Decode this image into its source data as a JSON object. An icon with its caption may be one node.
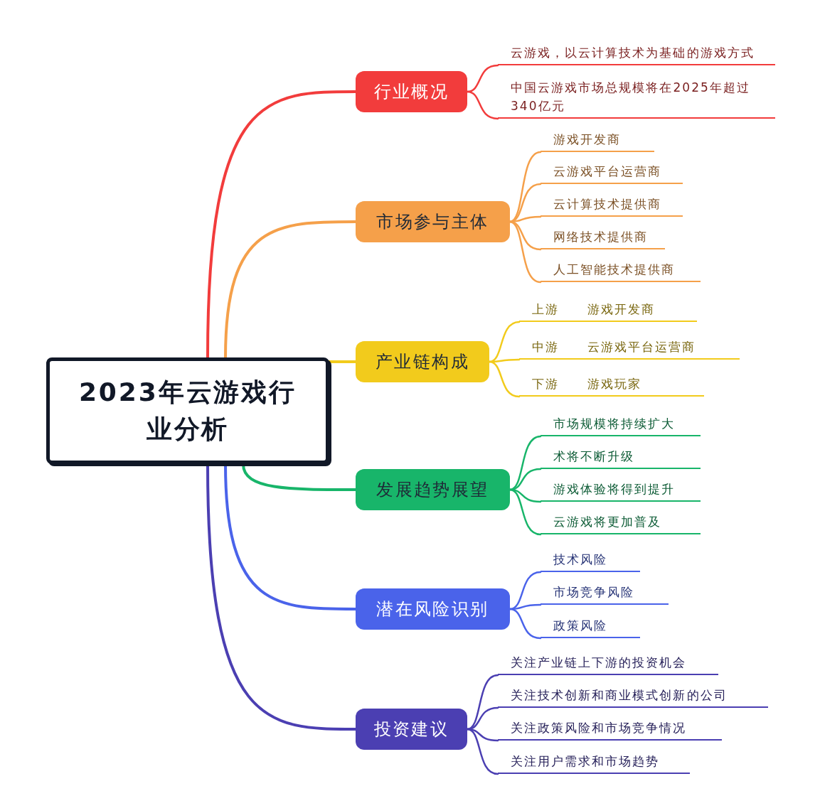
{
  "diagram": {
    "nodes": [
      {
        "text": [
          "2023年云游戏行业分析"
        ]
      },
      {
        "text": [
          "行业概况"
        ]
      },
      {
        "text": [
          "云游戏，以云计算技术为基础的游戏方式"
        ]
      },
      {
        "text": [
          "中国云游戏市场总规模将在2025年超过340亿元"
        ]
      },
      {
        "text": [
          "市场参与主体"
        ]
      },
      {
        "text": [
          "游戏开发商"
        ]
      },
      {
        "text": [
          "云游戏平台运营商"
        ]
      },
      {
        "text": [
          "云计算技术提供商"
        ]
      },
      {
        "text": [
          "网络技术提供商"
        ]
      },
      {
        "text": [
          "人工智能技术提供商"
        ]
      },
      {
        "text": [
          "产业链构成"
        ]
      },
      {
        "text": [
          "上游",
          "游戏开发商"
        ]
      },
      {
        "text": [
          "中游",
          "云游戏平台运营商"
        ]
      },
      {
        "text": [
          "下游",
          "游戏玩家"
        ]
      },
      {
        "text": [
          "发展趋势展望"
        ]
      },
      {
        "text": [
          "市场规模将持续扩大"
        ]
      },
      {
        "text": [
          "术将不断升级"
        ]
      },
      {
        "text": [
          "游戏体验将得到提升"
        ]
      },
      {
        "text": [
          "云游戏将更加普及"
        ]
      },
      {
        "text": [
          "潜在风险识别"
        ]
      },
      {
        "text": [
          "技术风险"
        ]
      },
      {
        "text": [
          "市场竞争风险"
        ]
      },
      {
        "text": [
          "政策风险"
        ]
      },
      {
        "text": [
          "投资建议"
        ]
      },
      {
        "text": [
          "关注产业链上下游的投资机会"
        ]
      },
      {
        "text": [
          "关注技术创新和商业模式创新的公司"
        ]
      },
      {
        "text": [
          "关注政策风险和市场竞争情况"
        ]
      },
      {
        "text": [
          "关注用户需求和市场趋势"
        ]
      }
    ],
    "edges": [
      {
        "from": 0,
        "to": 1,
        "arrow": "none",
        "color": "#f23c3c"
      },
      {
        "from": 1,
        "to": 2,
        "arrow": "none",
        "color": "#f23c3c"
      },
      {
        "from": 1,
        "to": 3,
        "arrow": "none",
        "color": "#f23c3c"
      },
      {
        "from": 0,
        "to": 4,
        "arrow": "none",
        "color": "#f5a04a"
      },
      {
        "from": 4,
        "to": 5,
        "arrow": "none",
        "color": "#f5a04a"
      },
      {
        "from": 4,
        "to": 6,
        "arrow": "none",
        "color": "#f5a04a"
      },
      {
        "from": 4,
        "to": 7,
        "arrow": "none",
        "color": "#f5a04a"
      },
      {
        "from": 4,
        "to": 8,
        "arrow": "none",
        "color": "#f5a04a"
      },
      {
        "from": 4,
        "to": 9,
        "arrow": "none",
        "color": "#f5a04a"
      },
      {
        "from": 0,
        "to": 10,
        "arrow": "none",
        "color": "#f2cb1c"
      },
      {
        "from": 10,
        "to": 11,
        "arrow": "none",
        "color": "#f2cb1c"
      },
      {
        "from": 10,
        "to": 12,
        "arrow": "none",
        "color": "#f2cb1c"
      },
      {
        "from": 10,
        "to": 13,
        "arrow": "none",
        "color": "#f2cb1c"
      },
      {
        "from": 0,
        "to": 14,
        "arrow": "none",
        "color": "#18b56a"
      },
      {
        "from": 14,
        "to": 15,
        "arrow": "none",
        "color": "#18b56a"
      },
      {
        "from": 14,
        "to": 16,
        "arrow": "none",
        "color": "#18b56a"
      },
      {
        "from": 14,
        "to": 17,
        "arrow": "none",
        "color": "#18b56a"
      },
      {
        "from": 14,
        "to": 18,
        "arrow": "none",
        "color": "#18b56a"
      },
      {
        "from": 0,
        "to": 19,
        "arrow": "none",
        "color": "#4a63ea"
      },
      {
        "from": 19,
        "to": 20,
        "arrow": "none",
        "color": "#4a63ea"
      },
      {
        "from": 19,
        "to": 21,
        "arrow": "none",
        "color": "#4a63ea"
      },
      {
        "from": 19,
        "to": 22,
        "arrow": "none",
        "color": "#4a63ea"
      },
      {
        "from": 0,
        "to": 23,
        "arrow": "none",
        "color": "#4b3fb2"
      },
      {
        "from": 23,
        "to": 24,
        "arrow": "none",
        "color": "#4b3fb2"
      },
      {
        "from": 23,
        "to": 25,
        "arrow": "none",
        "color": "#4b3fb2"
      },
      {
        "from": 23,
        "to": 26,
        "arrow": "none",
        "color": "#4b3fb2"
      },
      {
        "from": 23,
        "to": 27,
        "arrow": "none",
        "color": "#4b3fb2"
      }
    ]
  }
}
